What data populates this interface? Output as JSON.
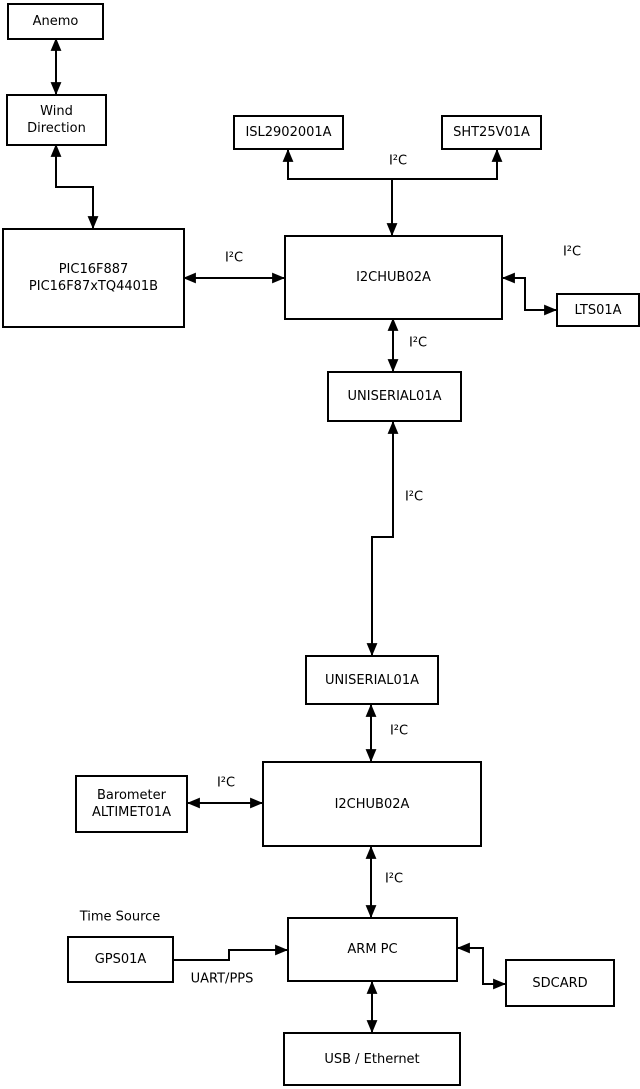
{
  "diagram": {
    "nodes": {
      "anemo": {
        "label": "Anemo"
      },
      "wind_direction": {
        "line1": "Wind",
        "line2": "Direction"
      },
      "pic": {
        "line1": "PIC16F887",
        "line2": "PIC16F87xTQ4401B"
      },
      "isl": {
        "label": "ISL2902001A"
      },
      "sht": {
        "label": "SHT25V01A"
      },
      "i2chub_top": {
        "label": "I2CHUB02A"
      },
      "lts": {
        "label": "LTS01A"
      },
      "uniserial_top": {
        "label": "UNISERIAL01A"
      },
      "uniserial_bottom": {
        "label": "UNISERIAL01A"
      },
      "i2chub_bottom": {
        "label": "I2CHUB02A"
      },
      "barometer": {
        "line1": "Barometer",
        "line2": "ALTIMET01A"
      },
      "gps": {
        "label": "GPS01A"
      },
      "arm_pc": {
        "label": "ARM PC"
      },
      "sdcard": {
        "label": "SDCARD"
      },
      "usb_ethernet": {
        "label": "USB / Ethernet"
      }
    },
    "edge_labels": {
      "i2c_sensors": "I²C",
      "i2c_pic_hub": "I²C",
      "i2c_hub_lts": "I²C",
      "i2c_hub_uniserial": "I²C",
      "i2c_long_link": "I²C",
      "i2c_uniserial_hub": "I²C",
      "i2c_barometer_hub": "I²C",
      "i2c_hub_armpc": "I²C",
      "time_source": "Time Source",
      "uart_pps": "UART/PPS"
    },
    "colors": {
      "line": "#000000",
      "background": "#ffffff"
    }
  }
}
